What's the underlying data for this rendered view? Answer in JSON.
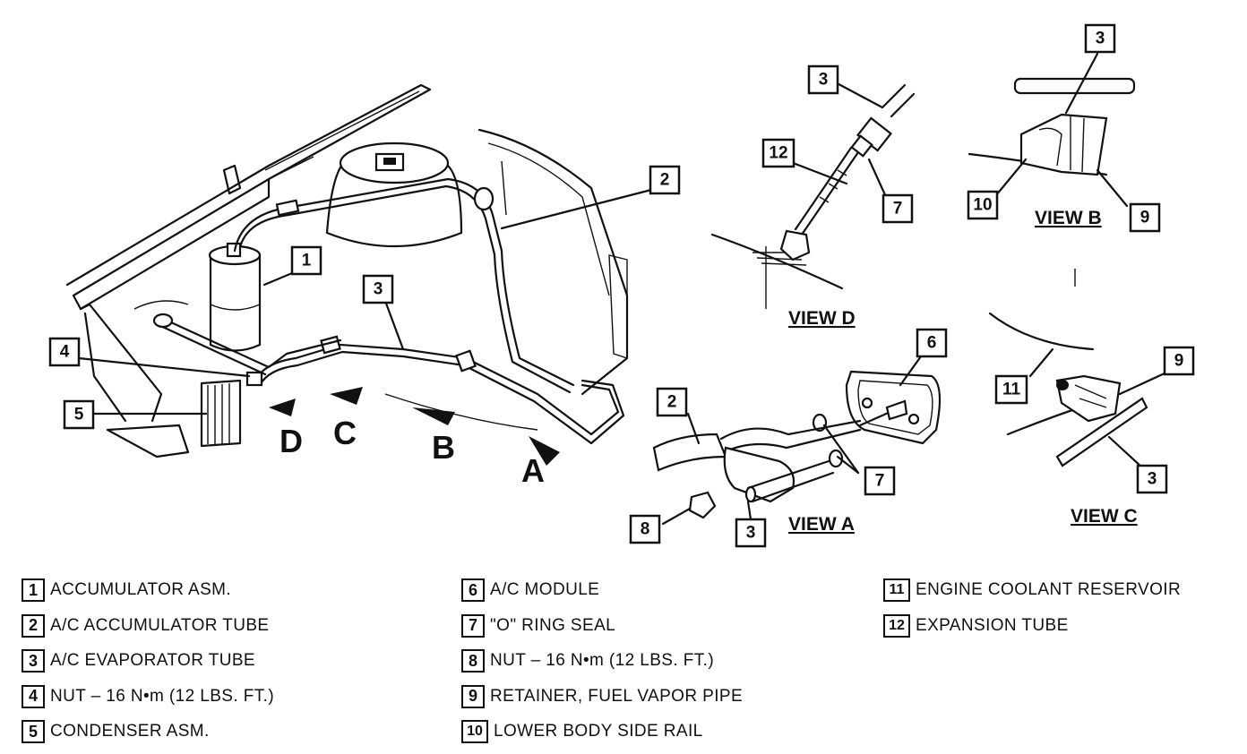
{
  "callouts": {
    "c1": "1",
    "c2": "2",
    "c3": "3",
    "c4": "4",
    "c5": "5",
    "c6": "6",
    "c7": "7",
    "c8": "8",
    "c9": "9",
    "c10": "10",
    "c11": "11",
    "c12": "12"
  },
  "views": {
    "a": "VIEW A",
    "b": "VIEW B",
    "c": "VIEW C",
    "d": "VIEW D"
  },
  "directions": {
    "a": "A",
    "b": "B",
    "c": "C",
    "d": "D"
  },
  "legend": [
    {
      "num": "1",
      "label": "ACCUMULATOR ASM."
    },
    {
      "num": "2",
      "label": "A/C ACCUMULATOR TUBE"
    },
    {
      "num": "3",
      "label": "A/C EVAPORATOR TUBE"
    },
    {
      "num": "4",
      "label": "NUT – 16 N•m (12 LBS. FT.)"
    },
    {
      "num": "5",
      "label": "CONDENSER ASM."
    },
    {
      "num": "6",
      "label": "A/C MODULE"
    },
    {
      "num": "7",
      "label": "\"O\" RING SEAL"
    },
    {
      "num": "8",
      "label": "NUT – 16 N•m (12 LBS. FT.)"
    },
    {
      "num": "9",
      "label": "RETAINER, FUEL VAPOR PIPE"
    },
    {
      "num": "10",
      "label": "LOWER BODY SIDE RAIL"
    },
    {
      "num": "11",
      "label": "ENGINE COOLANT RESERVOIR"
    },
    {
      "num": "12",
      "label": "EXPANSION TUBE"
    }
  ]
}
